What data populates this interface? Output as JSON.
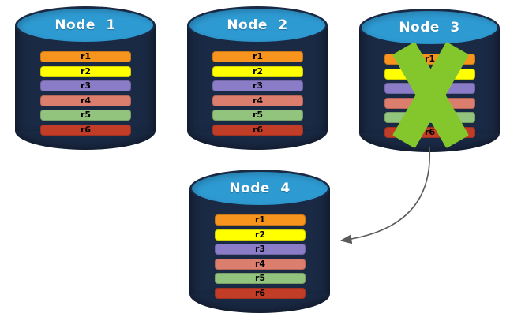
{
  "colors": {
    "background": "#FFFFFF",
    "cylinder_body": "#1A2944",
    "cylinder_top": "#2E9AD2",
    "node_label_text": "#FFFFFF",
    "record_text": "#000000",
    "x_mark": "#83C72C",
    "arrow": "#5B5B5B"
  },
  "records": [
    {
      "label": "r1",
      "color": "#F7941E"
    },
    {
      "label": "r2",
      "color": "#FFFF00"
    },
    {
      "label": "r3",
      "color": "#8B7CC7"
    },
    {
      "label": "r4",
      "color": "#DC7E6D"
    },
    {
      "label": "r5",
      "color": "#93C47E"
    },
    {
      "label": "r6",
      "color": "#C23D28"
    }
  ],
  "nodes": [
    {
      "label": "Node 1",
      "failed": false
    },
    {
      "label": "Node 2",
      "failed": false
    },
    {
      "label": "Node 3",
      "failed": true
    },
    {
      "label": "Node 4",
      "failed": false
    }
  ],
  "arrow": {
    "from": "Node 3",
    "to": "Node 4"
  }
}
